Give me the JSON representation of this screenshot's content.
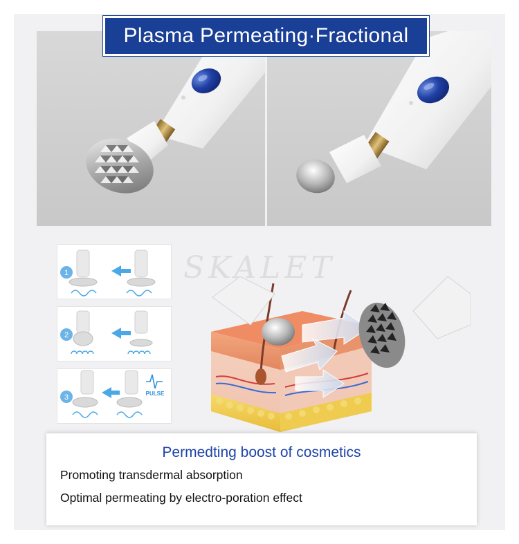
{
  "banner": {
    "title": "Plasma Permeating·Fractional"
  },
  "steps": [
    {
      "number": "1"
    },
    {
      "number": "2"
    },
    {
      "number": "3",
      "badge": "PULSE"
    }
  ],
  "watermark": "SKALET",
  "info": {
    "title": "Permedting boost of cosmetics",
    "lines": [
      "Promoting transdermal absorption",
      "Optimal permeating by electro-poration effect"
    ]
  },
  "colors": {
    "banner_bg": "#1a3f96",
    "title_blue": "#1f44a8",
    "button_blue": "#1f3fa3",
    "step_arrow": "#4aa8e6",
    "step_number": "#6cb4e8"
  }
}
